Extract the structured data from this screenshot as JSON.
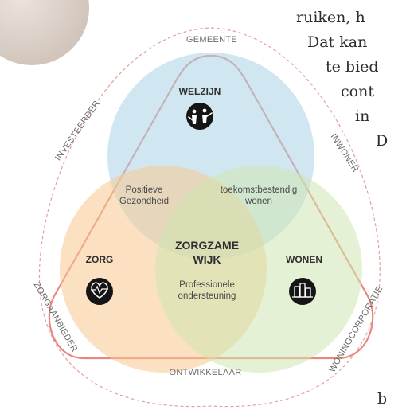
{
  "article": {
    "lines": [
      "ruiken, h",
      "Dat kan",
      "te bied",
      "cont",
      "in",
      "D",
      "b"
    ]
  },
  "diagram": {
    "outer_labels": {
      "top": "GEMEENTE",
      "upper_left": "INVESTEERDER",
      "upper_right": "INWONER",
      "lower_left": "ZORGAANBIEDER",
      "lower_right": "WONINGCORPORATIE",
      "bottom": "ONTWIKKELAAR"
    },
    "circles": {
      "welzijn": {
        "title": "WELZIJN",
        "icon": "people-icon",
        "color": "#a9d4e6"
      },
      "zorg": {
        "title": "ZORG",
        "icon": "heart-monitor-icon",
        "color": "#f7c98e"
      },
      "wonen": {
        "title": "WONEN",
        "icon": "buildings-icon",
        "color": "#cfe5b1"
      }
    },
    "overlaps": {
      "welzijn_zorg": [
        "Positieve",
        "Gezondheid"
      ],
      "welzijn_wonen": [
        "toekomstbestendig",
        "wonen"
      ],
      "zorg_wonen": [
        "Professionele",
        "ondersteuning"
      ]
    },
    "center": [
      "ZORGZAME",
      "WIJK"
    ],
    "colors": {
      "triangle_stroke": "#e8877f",
      "outer_dash": "#e3a29c",
      "icon_badge": "#151515"
    }
  }
}
